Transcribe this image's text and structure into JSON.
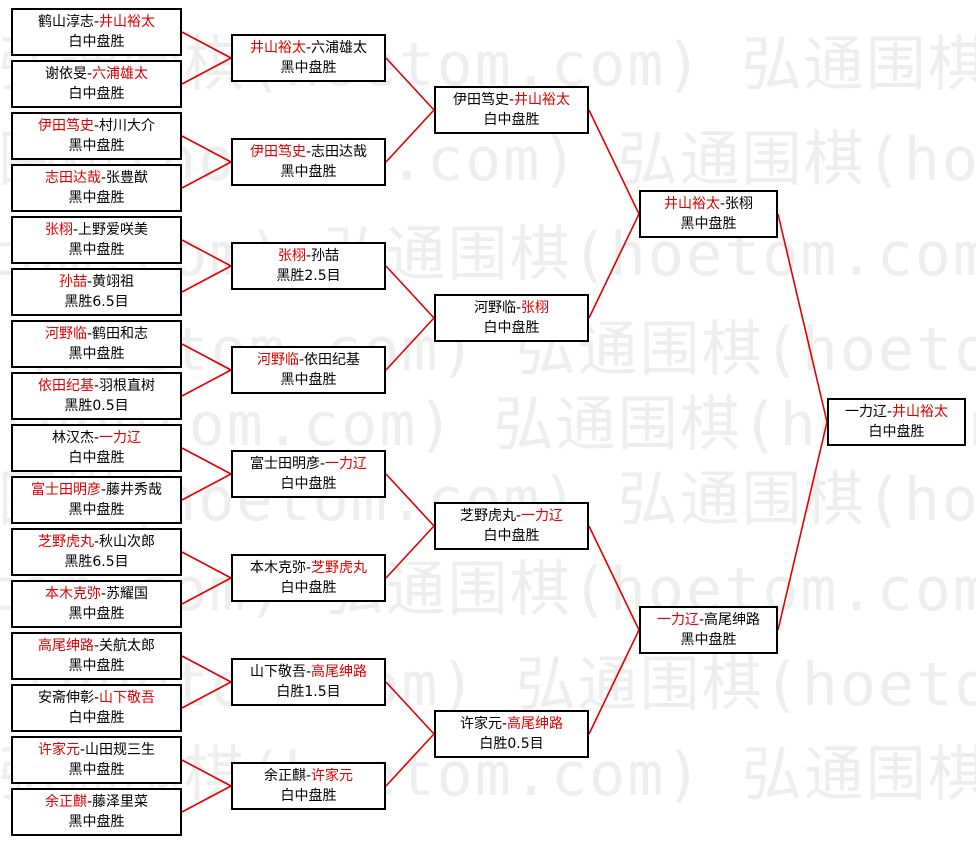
{
  "watermark": {
    "lines": [
      "弘通围棋(hoetom.com) 弘通围棋(hoetom.com) 弘通围棋(h",
      "围棋(hoetom.com) 弘通围棋(hoetom.com) 弘通围棋(hoetom",
      "(hoetom.com) 弘通围棋(hoetom.com) 弘通围棋(hoetom.com)"
    ]
  },
  "matches": [
    {
      "id": "r1-1",
      "winner": "b",
      "black": "鹤山淳志",
      "white": "井山裕太",
      "result": "白中盘胜"
    },
    {
      "id": "r1-2",
      "winner": "b",
      "black": "谢依旻",
      "white": "六浦雄太",
      "result": "白中盘胜"
    },
    {
      "id": "r1-3",
      "winner": "a",
      "black": "伊田笃史",
      "white": "村川大介",
      "result": "黑中盘胜"
    },
    {
      "id": "r1-4",
      "winner": "a",
      "black": "志田达哉",
      "white": "张豊猷",
      "result": "黑中盘胜"
    },
    {
      "id": "r1-5",
      "winner": "a",
      "black": "张栩",
      "white": "上野爱咲美",
      "result": "黑中盘胜"
    },
    {
      "id": "r1-6",
      "winner": "a",
      "black": "孙喆",
      "white": "黄翊祖",
      "result": "黑胜6.5目"
    },
    {
      "id": "r1-7",
      "winner": "a",
      "black": "河野临",
      "white": "鹤田和志",
      "result": "黑中盘胜"
    },
    {
      "id": "r1-8",
      "winner": "a",
      "black": "依田纪基",
      "white": "羽根直树",
      "result": "黑胜0.5目"
    },
    {
      "id": "r1-9",
      "winner": "b",
      "black": "林汉杰",
      "white": "一力辽",
      "result": "白中盘胜"
    },
    {
      "id": "r1-10",
      "winner": "a",
      "black": "富士田明彦",
      "white": "藤井秀哉",
      "result": "黑中盘胜"
    },
    {
      "id": "r1-11",
      "winner": "a",
      "black": "芝野虎丸",
      "white": "秋山次郎",
      "result": "黑胜6.5目"
    },
    {
      "id": "r1-12",
      "winner": "a",
      "black": "本木克弥",
      "white": "苏耀国",
      "result": "黑中盘胜"
    },
    {
      "id": "r1-13",
      "winner": "a",
      "black": "高尾绅路",
      "white": "关航太郎",
      "result": "黑中盘胜"
    },
    {
      "id": "r1-14",
      "winner": "b",
      "black": "安斋伸彰",
      "white": "山下敬吾",
      "result": "白中盘胜"
    },
    {
      "id": "r1-15",
      "winner": "a",
      "black": "许家元",
      "white": "山田规三生",
      "result": "黑中盘胜"
    },
    {
      "id": "r1-16",
      "winner": "a",
      "black": "余正麒",
      "white": "藤泽里菜",
      "result": "黑中盘胜"
    },
    {
      "id": "r2-1",
      "winner": "a",
      "black": "井山裕太",
      "white": "六浦雄太",
      "result": "黑中盘胜"
    },
    {
      "id": "r2-2",
      "winner": "a",
      "black": "伊田笃史",
      "white": "志田达哉",
      "result": "黑中盘胜"
    },
    {
      "id": "r2-3",
      "winner": "a",
      "black": "张栩",
      "white": "孙喆",
      "result": "黑胜2.5目"
    },
    {
      "id": "r2-4",
      "winner": "a",
      "black": "河野临",
      "white": "依田纪基",
      "result": "黑中盘胜"
    },
    {
      "id": "r2-5",
      "winner": "b",
      "black": "富士田明彦",
      "white": "一力辽",
      "result": "白中盘胜"
    },
    {
      "id": "r2-6",
      "winner": "b",
      "black": "本木克弥",
      "white": "芝野虎丸",
      "result": "白中盘胜"
    },
    {
      "id": "r2-7",
      "winner": "b",
      "black": "山下敬吾",
      "white": "高尾绅路",
      "result": "白胜1.5目"
    },
    {
      "id": "r2-8",
      "winner": "b",
      "black": "余正麒",
      "white": "许家元",
      "result": "白中盘胜"
    },
    {
      "id": "r3-1",
      "winner": "b",
      "black": "伊田笃史",
      "white": "井山裕太",
      "result": "白中盘胜"
    },
    {
      "id": "r3-2",
      "winner": "b",
      "black": "河野临",
      "white": "张栩",
      "result": "白中盘胜"
    },
    {
      "id": "r3-3",
      "winner": "b",
      "black": "芝野虎丸",
      "white": "一力辽",
      "result": "白中盘胜"
    },
    {
      "id": "r3-4",
      "winner": "b",
      "black": "许家元",
      "white": "高尾绅路",
      "result": "白胜0.5目"
    },
    {
      "id": "r4-1",
      "winner": "a",
      "black": "井山裕太",
      "white": "张栩",
      "result": "黑中盘胜"
    },
    {
      "id": "r4-2",
      "winner": "a",
      "black": "一力辽",
      "white": "高尾绅路",
      "result": "黑中盘胜"
    },
    {
      "id": "final",
      "winner": "b",
      "black": "一力辽",
      "white": "井山裕太",
      "result": "白中盘胜"
    }
  ],
  "colors": {
    "winner": "#e00000",
    "connector": "#e00000",
    "border": "#000000",
    "text": "#000000"
  }
}
